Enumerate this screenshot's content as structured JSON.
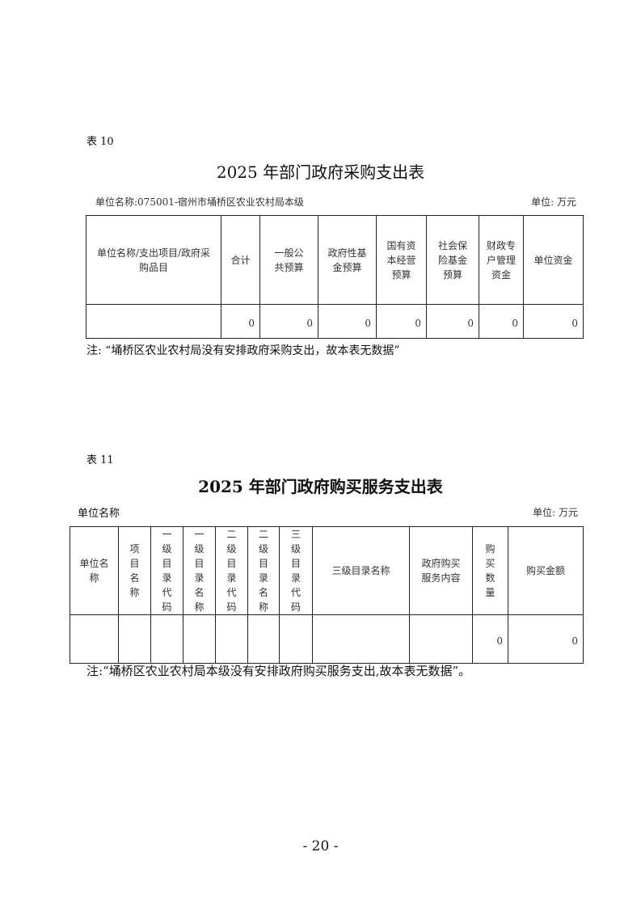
{
  "table10": {
    "label": "表 10",
    "title": "2025 年部门政府采购支出表",
    "unit_name": "单位名称:075001-宿州市埇桥区农业农村局本级",
    "unit": "单位: 万元",
    "headers": [
      "单位名称/支出项目/政府采购品目",
      "合计",
      "一般公共预算",
      "政府性基金预算",
      "国有资本经营预算",
      "社会保险基金预算",
      "财政专户管理资金",
      "单位资金"
    ],
    "row": [
      "",
      "0",
      "0",
      "0",
      "0",
      "0",
      "0",
      "0"
    ],
    "note": "注: “埇桥区农业农村局没有安排政府采购支出，故本表无数据”"
  },
  "table11": {
    "label": "表 11",
    "title": "2025 年部门政府购买服务支出表",
    "unit_name": "单位名称",
    "unit": "单位: 万元",
    "headers": [
      "单位名称",
      "项目名称",
      "一级目录代码",
      "一级目录名称",
      "二级目录代码",
      "二级目录名称",
      "三级目录代码",
      "三级目录名称",
      "政府购买服务内容",
      "购买数量",
      "购买金额"
    ],
    "row": [
      "",
      "",
      "",
      "",
      "",
      "",
      "",
      "",
      "",
      "0",
      "0"
    ],
    "note": "注:“埇桥区农业农村局本级没有安排政府购买服务支出,故本表无数据”。"
  },
  "page_number": "- 20 -"
}
